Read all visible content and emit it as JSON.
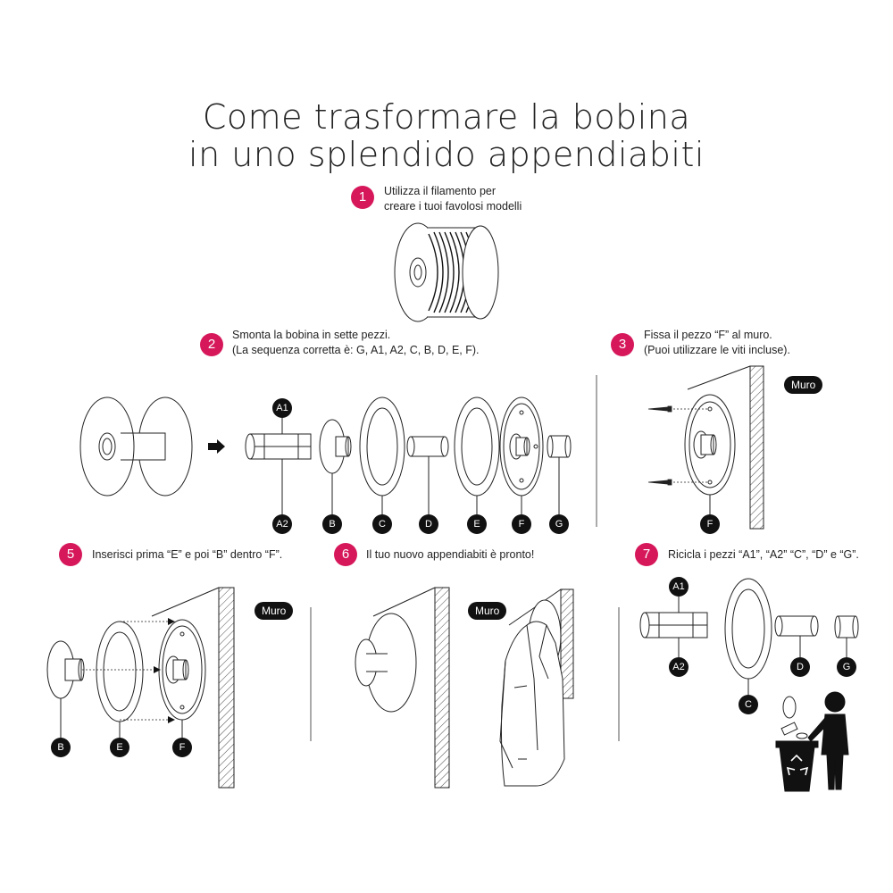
{
  "title": {
    "line1": "Come trasformare la bobina",
    "line2": "in uno splendido appendiabiti"
  },
  "steps": [
    {
      "num": "1",
      "lines": [
        "Utilizza il filamento per",
        "creare i tuoi favolosi modelli"
      ]
    },
    {
      "num": "2",
      "lines": [
        "Smonta la bobina in sette pezzi.",
        "(La sequenza corretta è: G, A1, A2, C, B, D, E, F)."
      ]
    },
    {
      "num": "3",
      "lines": [
        "Fissa il pezzo “F” al muro.",
        "(Puoi utilizzare le viti incluse)."
      ]
    },
    {
      "num": "5",
      "lines": [
        "Inserisci prima “E” e poi “B” dentro “F”."
      ]
    },
    {
      "num": "6",
      "lines": [
        "Il tuo nuovo appendiabiti è pronto!"
      ]
    },
    {
      "num": "7",
      "lines": [
        "Ricicla i pezzi “A1”, “A2” “C”, “D” e “G”."
      ]
    }
  ],
  "labels": {
    "a1": "A1",
    "a2": "A2",
    "b": "B",
    "c": "C",
    "d": "D",
    "e": "E",
    "f": "F",
    "g": "G"
  },
  "wall_label": "Muro",
  "colors": {
    "accent": "#d6185b",
    "ink": "#111111"
  }
}
